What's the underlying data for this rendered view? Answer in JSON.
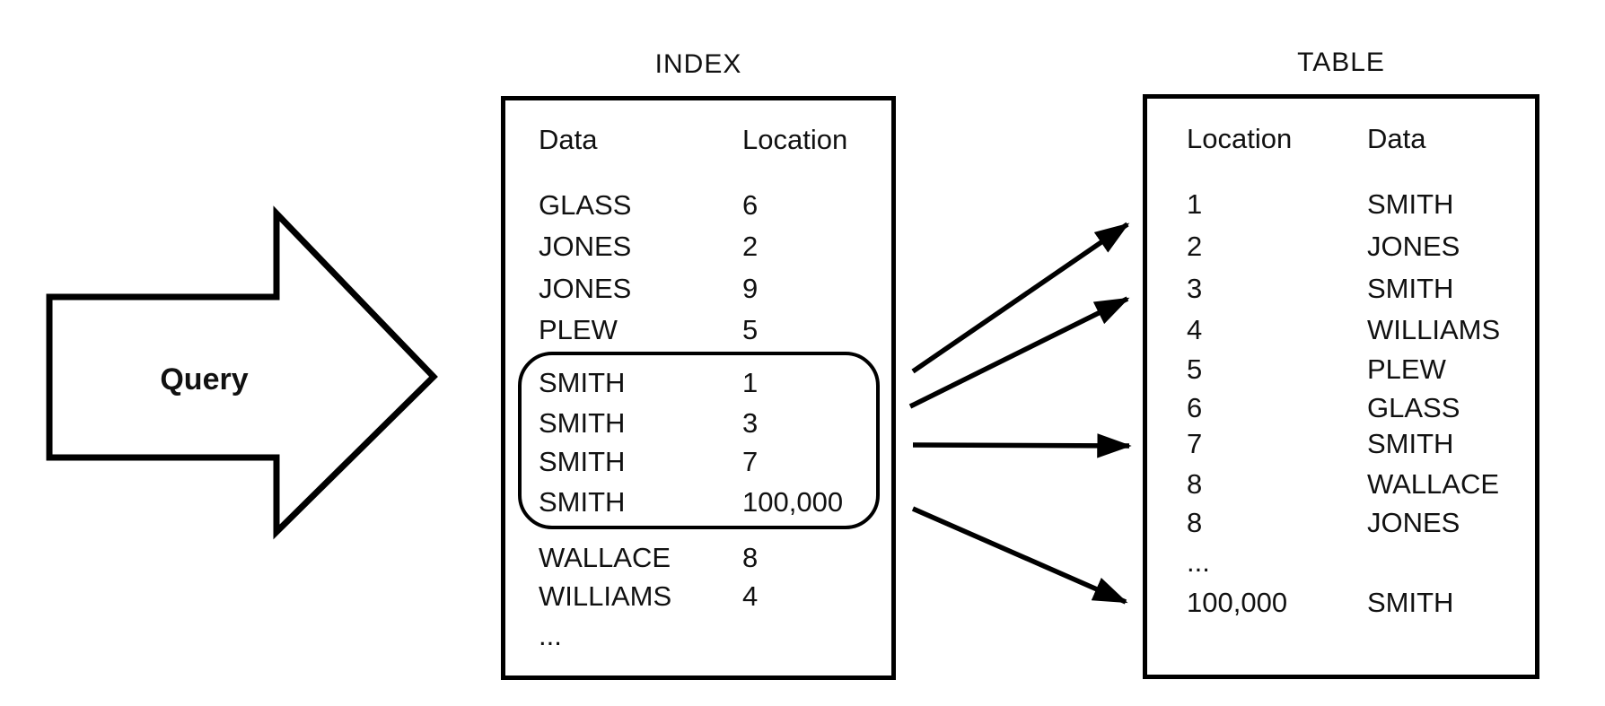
{
  "page": {
    "background": "#ffffff",
    "ink": "#000000"
  },
  "query_arrow": {
    "label": "Query"
  },
  "index_panel": {
    "title": "INDEX",
    "columns": {
      "col1": "Data",
      "col2": "Location"
    },
    "rows_before": [
      {
        "data": "GLASS",
        "location": "6"
      },
      {
        "data": "JONES",
        "location": "2"
      },
      {
        "data": "JONES",
        "location": "9"
      },
      {
        "data": "PLEW",
        "location": "5"
      }
    ],
    "highlighted_rows": [
      {
        "data": "SMITH",
        "location": "1"
      },
      {
        "data": "SMITH",
        "location": "3"
      },
      {
        "data": "SMITH",
        "location": "7"
      },
      {
        "data": "SMITH",
        "location": "100,000"
      }
    ],
    "rows_after": [
      {
        "data": "WALLACE",
        "location": "8"
      },
      {
        "data": "WILLIAMS",
        "location": "4"
      },
      {
        "data": "...",
        "location": ""
      }
    ]
  },
  "table_panel": {
    "title": "TABLE",
    "columns": {
      "col1": "Location",
      "col2": "Data"
    },
    "rows": [
      {
        "location": "1",
        "data": "SMITH"
      },
      {
        "location": "2",
        "data": "JONES"
      },
      {
        "location": "3",
        "data": "SMITH"
      },
      {
        "location": "4",
        "data": "WILLIAMS"
      },
      {
        "location": "5",
        "data": "PLEW"
      },
      {
        "location": "6",
        "data": "GLASS"
      },
      {
        "location": "7",
        "data": "SMITH"
      },
      {
        "location": "8",
        "data": "WALLACE"
      },
      {
        "location": "8",
        "data": "JONES"
      },
      {
        "location": "...",
        "data": ""
      },
      {
        "location": "100,000",
        "data": "SMITH"
      }
    ]
  },
  "pointers": {
    "description": "arrows from highlighted index entries to table rows",
    "targets": [
      "1",
      "3",
      "7",
      "100,000"
    ]
  }
}
